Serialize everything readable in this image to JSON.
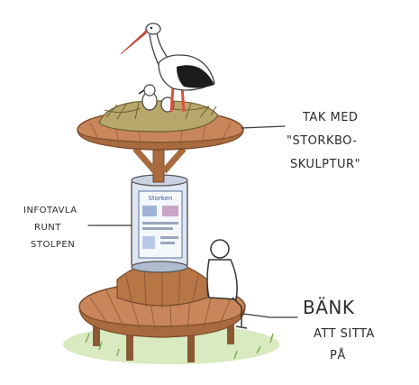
{
  "labels": {
    "roof": [
      "TAK MED",
      "\"STORKBO-",
      "SKULPTUR\""
    ],
    "infoboard": [
      "INFOTAVLA",
      "RUNT",
      "STOLPEN"
    ],
    "bench": [
      "BÄNK",
      "ATT SITTA",
      "PÅ"
    ]
  },
  "poster_title": "Storken"
}
